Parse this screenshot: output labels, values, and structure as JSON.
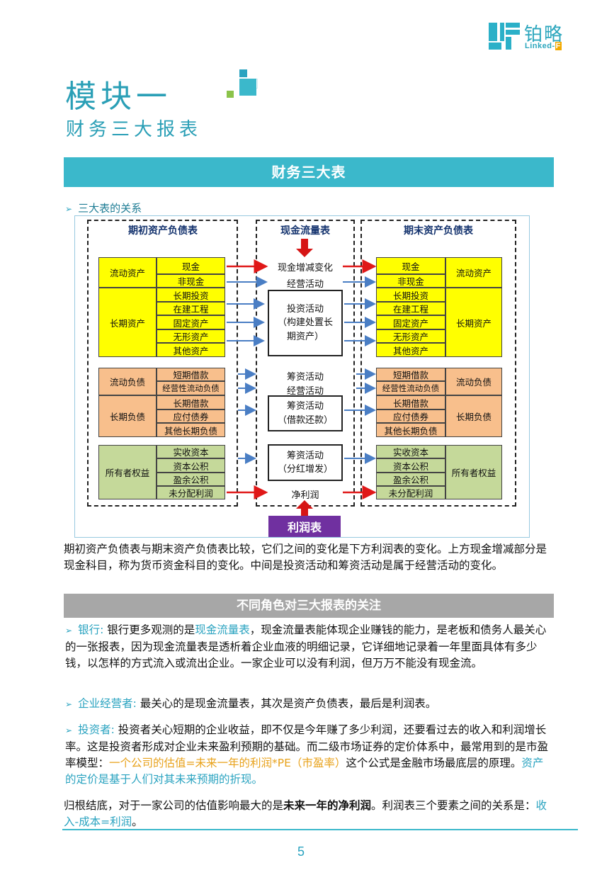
{
  "logo": {
    "cn": "铂略",
    "en_prefix": "Linked-",
    "en_suffix": "F"
  },
  "title": {
    "main": "模块一",
    "sub": "财务三大报表"
  },
  "section1": {
    "heading": "财务三大表",
    "bullet": "三大表的关系"
  },
  "diagram": {
    "caption_left": "期初资产负债表",
    "caption_mid": "现金流量表",
    "caption_right": "期末资产负债表",
    "left": {
      "current_assets": "流动资产",
      "cash": "现金",
      "noncash": "非现金",
      "long_assets": "长期资产",
      "long_items": [
        "长期投资",
        "在建工程",
        "固定资产",
        "无形资产",
        "其他资产"
      ],
      "current_liab": "流动负债",
      "current_liab_items": [
        "短期借款",
        "经营性流动负债"
      ],
      "long_liab": "长期负债",
      "long_liab_items": [
        "长期借款",
        "应付债券",
        "其他长期负债"
      ],
      "equity": "所有者权益",
      "equity_items": [
        "实收资本",
        "资本公积",
        "盈余公积",
        "未分配利润"
      ]
    },
    "right": {
      "current_assets": "流动资产",
      "cash": "现金",
      "noncash": "非现金",
      "long_assets": "长期资产",
      "long_items": [
        "长期投资",
        "在建工程",
        "固定资产",
        "无形资产",
        "其他资产"
      ],
      "current_liab": "流动负债",
      "current_liab_items": [
        "短期借款",
        "经营性流动负债"
      ],
      "long_liab": "长期负债",
      "long_liab_items": [
        "长期借款",
        "应付债券",
        "其他长期负债"
      ],
      "equity": "所有者权益",
      "equity_items": [
        "实收资本",
        "资本公积",
        "盈余公积",
        "未分配利润"
      ]
    },
    "mid": {
      "cash_change": "现金增减变化",
      "operating1": "经营活动",
      "investing_box": [
        "投资活动",
        "（构建处置长",
        "期资产）"
      ],
      "financing1": "筹资活动",
      "operating2": "经营活动",
      "financing_box1": [
        "筹资活动",
        "（借款还款）"
      ],
      "financing_box2": [
        "筹资活动",
        "（分红增发）"
      ],
      "net_profit": "净利润"
    },
    "income_statement": "利润表"
  },
  "para1": "期初资产负债表与期末资产负债表比较，它们之间的变化是下方利润表的变化。上方现金增减部分是现金科目，称为货币资金科目的变化。中间是投资活动和筹资活动是属于经营活动的变化。",
  "section2": {
    "heading": "不同角色对三大报表的关注"
  },
  "bank": {
    "label": "银行:",
    "pre": " 银行更多观测的是",
    "highlight": "现金流量表",
    "post": "，现金流量表能体现企业赚钱的能力，是老板和债务人最关心的一张报表，因为现金流量表是透析着企业血液的明细记录，它详细地记录着一年里面具体有多少钱，以怎样的方式流入或流出企业。一家企业可以没有利润，但万万不能没有现金流。"
  },
  "operator": {
    "label": "企业经营者:",
    "text": " 最关心的是现金流量表，其次是资产负债表，最后是利润表。"
  },
  "investor": {
    "label": "投资者:",
    "pre": " 投资者关心短期的企业收益，即不仅是今年赚了多少利润，还要看过去的收入和利润增长率。这是投资者形成对企业未来盈利预期的基础。而二级市场证券的定价体系中，最常用到的是市盈率模型：",
    "formula": "一个公司的估值=未来一年的利润*PE（市盈率）",
    "mid": "这个公式是金融市场最底层的原理。",
    "tail": "资产的定价是基于人们对其未来预期的折现。"
  },
  "conclusion": {
    "pre": "归根结底，对于一家公司的估值影响最大的是",
    "bold": "未来一年的净利润",
    "mid": "。利润表三个要素之间的关系是：",
    "formula": "收入-成本=利润",
    "end": "。"
  },
  "page_number": "5",
  "colors": {
    "teal": "#3bb8cb",
    "purple": "#7030a0",
    "yellow": "#ffff00",
    "orange": "#f8bf8c",
    "green": "#c5d99a"
  }
}
